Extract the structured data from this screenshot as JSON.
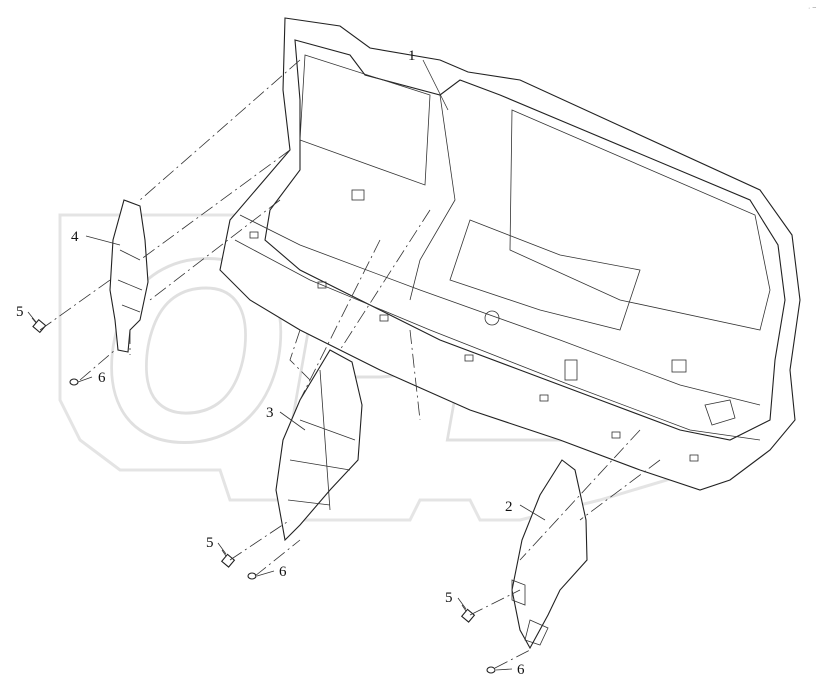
{
  "watermark": {
    "text": "OPEX",
    "color": "#c8c8c8"
  },
  "corner_mark": "· ~",
  "callouts": [
    "1",
    "2",
    "3",
    "4",
    "5",
    "6",
    "5",
    "6",
    "5",
    "6"
  ]
}
